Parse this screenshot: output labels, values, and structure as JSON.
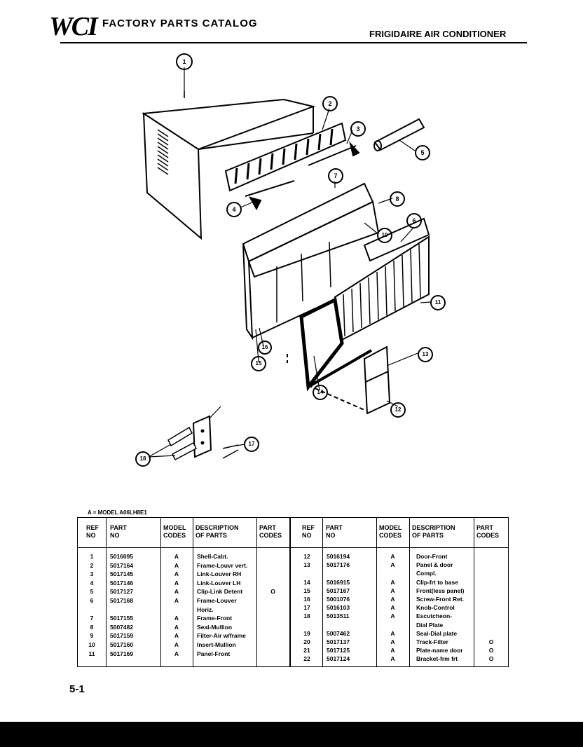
{
  "header": {
    "logo": "WCI",
    "catalog_title": "FACTORY PARTS CATALOG",
    "brand_title": "FRIGIDAIRE AIR CONDITIONER"
  },
  "diagram": {
    "callouts": [
      "1",
      "2",
      "3",
      "4",
      "5",
      "6",
      "7",
      "8",
      "10",
      "11",
      "12",
      "13",
      "14",
      "15",
      "16",
      "17",
      "18"
    ]
  },
  "model_note": "A = MODEL A06LH8E1",
  "table": {
    "headers": {
      "ref_no": [
        "REF",
        "NO"
      ],
      "part_no": [
        "PART",
        "NO"
      ],
      "model_codes": [
        "MODEL",
        "CODES"
      ],
      "description": [
        "DESCRIPTION",
        "OF PARTS"
      ],
      "part_codes": [
        "PART",
        "CODES"
      ]
    },
    "left_rows": [
      {
        "ref": "1",
        "part": "5016095",
        "model": "A",
        "desc": "Shell-Cabt.",
        "code": ""
      },
      {
        "ref": "2",
        "part": "5017164",
        "model": "A",
        "desc": "Frame-Louvr vert.",
        "code": ""
      },
      {
        "ref": "3",
        "part": "5017145",
        "model": "A",
        "desc": "Link-Louver RH",
        "code": ""
      },
      {
        "ref": "4",
        "part": "5017146",
        "model": "A",
        "desc": "Link-Louver LH",
        "code": ""
      },
      {
        "ref": "5",
        "part": "5017127",
        "model": "A",
        "desc": "Clip-Link Detent",
        "code": "O"
      },
      {
        "ref": "6",
        "part": "5017168",
        "model": "A",
        "desc": "Frame-Louver",
        "code": ""
      },
      {
        "ref": "",
        "part": "",
        "model": "",
        "desc": "Horiz.",
        "code": ""
      },
      {
        "ref": "7",
        "part": "5017155",
        "model": "A",
        "desc": "Frame-Front",
        "code": ""
      },
      {
        "ref": "8",
        "part": "5007482",
        "model": "A",
        "desc": "Seal-Mullion",
        "code": ""
      },
      {
        "ref": "9",
        "part": "5017159",
        "model": "A",
        "desc": "Filter-Air w/frame",
        "code": ""
      },
      {
        "ref": "10",
        "part": "5017160",
        "model": "A",
        "desc": "Insert-Mullion",
        "code": ""
      },
      {
        "ref": "11",
        "part": "5017169",
        "model": "A",
        "desc": "Panel-Front",
        "code": ""
      }
    ],
    "right_rows": [
      {
        "ref": "12",
        "part": "5016194",
        "model": "A",
        "desc": "Door-Front",
        "code": ""
      },
      {
        "ref": "13",
        "part": "5017176",
        "model": "A",
        "desc": "Panel & door",
        "code": ""
      },
      {
        "ref": "",
        "part": "",
        "model": "",
        "desc": "Compl.",
        "code": ""
      },
      {
        "ref": "14",
        "part": "5016915",
        "model": "A",
        "desc": "Clip-frt to base",
        "code": ""
      },
      {
        "ref": "15",
        "part": "5017167",
        "model": "A",
        "desc": "Front(less panel)",
        "code": ""
      },
      {
        "ref": "16",
        "part": "5001076",
        "model": "A",
        "desc": "Screw-Front Ret.",
        "code": ""
      },
      {
        "ref": "17",
        "part": "5016103",
        "model": "A",
        "desc": "Knob-Control",
        "code": ""
      },
      {
        "ref": "18",
        "part": "5013511",
        "model": "A",
        "desc": "Escutcheon-",
        "code": ""
      },
      {
        "ref": "",
        "part": "",
        "model": "",
        "desc": "Dial Plate",
        "code": ""
      },
      {
        "ref": "19",
        "part": "5007462",
        "model": "A",
        "desc": "Seal-Dial plate",
        "code": ""
      },
      {
        "ref": "20",
        "part": "5017137",
        "model": "A",
        "desc": "Track-Filter",
        "code": "O"
      },
      {
        "ref": "21",
        "part": "5017125",
        "model": "A",
        "desc": "Plate-name door",
        "code": "O"
      },
      {
        "ref": "22",
        "part": "5017124",
        "model": "A",
        "desc": "Bracket-frm frt",
        "code": "O"
      }
    ]
  },
  "page_number": "5-1"
}
